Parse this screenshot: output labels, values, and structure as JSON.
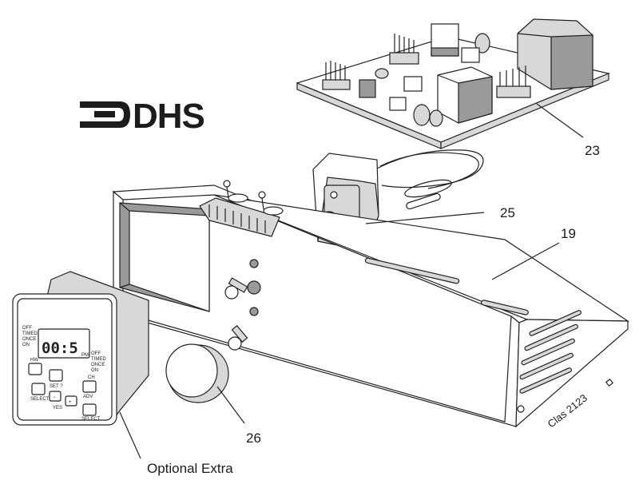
{
  "brand": {
    "logo_text": "DHS"
  },
  "callouts": {
    "pcb": "23",
    "thermostat": "25",
    "chassis": "19",
    "knob": "26"
  },
  "caption": {
    "optional_extra": "Optional Extra"
  },
  "reference": {
    "code": "Clas 2123"
  },
  "programmer": {
    "display_digits": "00:5",
    "mode_left": [
      "OFF",
      "TIMED",
      "ONCE",
      "ON"
    ],
    "mode_right": [
      "OFF",
      "TIMED",
      "ONCE",
      "ON"
    ],
    "pm_indicator": "PM",
    "btn_hw": "HW",
    "btn_ch": "CH",
    "btn_set": "SET ?",
    "btn_adv": "ADV",
    "btn_select_left": "SELECT",
    "btn_select_right": "SELECT",
    "btn_yes": "YES",
    "btn_minus": "−",
    "btn_plus": "+"
  }
}
